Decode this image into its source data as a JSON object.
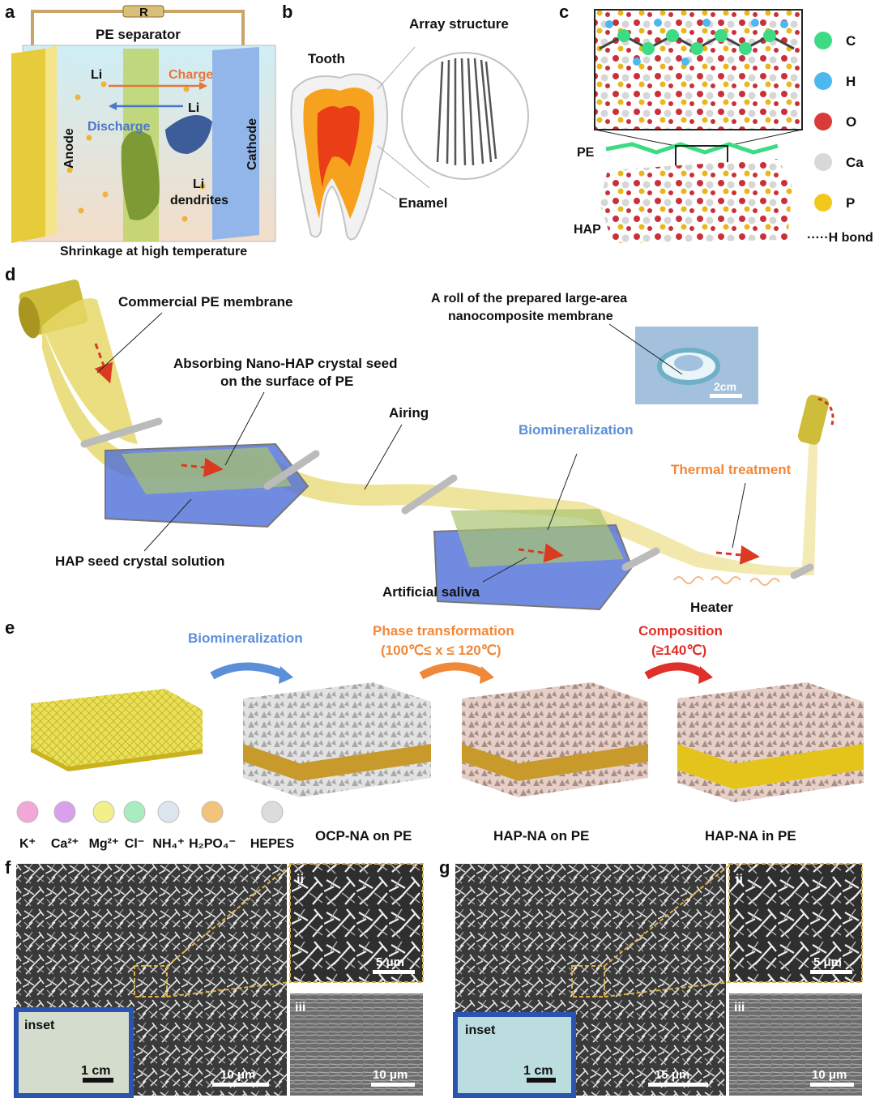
{
  "panel_letters": {
    "a": "a",
    "b": "b",
    "c": "c",
    "d": "d",
    "e": "e",
    "f": "f",
    "g": "g"
  },
  "panel_a": {
    "resistor": "R",
    "separator": "PE separator",
    "li_left": "Li",
    "charge": "Charge",
    "li_right": "Li",
    "discharge": "Discharge",
    "anode": "Anode",
    "cathode": "Cathode",
    "dendrites_1": "Li",
    "dendrites_2": "dendrites",
    "caption": "Shrinkage at high temperature",
    "colors": {
      "charge": "#e8763a",
      "discharge": "#4a78c8",
      "anode": "#e8d44a",
      "cathode": "#8fb4e8"
    }
  },
  "panel_b": {
    "tooth": "Tooth",
    "array": "Array structure",
    "enamel": "Enamel"
  },
  "panel_c": {
    "pe": "PE",
    "hap": "HAP",
    "legend": [
      {
        "label": "C",
        "color": "#3ddc84"
      },
      {
        "label": "H",
        "color": "#4cb8ee"
      },
      {
        "label": "O",
        "color": "#d93a3a"
      },
      {
        "label": "Ca",
        "color": "#d8d8d8"
      },
      {
        "label": "P",
        "color": "#f2c81c"
      }
    ],
    "hbond": "H bond"
  },
  "panel_d": {
    "commercial": "Commercial  PE membrane",
    "absorb_1": "Absorbing Nano-HAP crystal seed",
    "absorb_2": "on the surface of PE",
    "roll_1": "A roll of the prepared large-area",
    "roll_2": "nanocomposite membrane",
    "scale": "2cm",
    "airing": "Airing",
    "biomineralization": "Biomineralization",
    "thermal": "Thermal treatment",
    "hap_seed": "HAP seed crystal solution",
    "saliva": "Artificial saliva",
    "heater": "Heater",
    "colors": {
      "biomineralization": "#5b8fd8",
      "thermal": "#f0883a"
    }
  },
  "panel_e": {
    "step1": "Biomineralization",
    "step2_1": "Phase transformation",
    "step2_2": "(100℃≤ x ≤ 120℃)",
    "step3_1": "Composition",
    "step3_2": "(≥140℃)",
    "ions": [
      "K⁺",
      "Ca²⁺",
      "Mg²⁺",
      "Cl⁻",
      "NH₄⁺",
      "H₂PO₄⁻",
      "HEPES"
    ],
    "ion_colors": [
      "#f3a7d8",
      "#d9a0ec",
      "#f3f08a",
      "#a8ecc0",
      "#dde6ef",
      "#f2c37a",
      "#dcdcdc"
    ],
    "label1": "OCP-NA on PE",
    "label2": "HAP-NA on PE",
    "label3": "HAP-NA in PE",
    "colors": {
      "step1": "#5b8fd8",
      "step2": "#f0883a",
      "step3": "#e0302a"
    }
  },
  "panel_f": {
    "main_scale": "10 μm",
    "ii": "ii",
    "ii_scale": "5 μm",
    "iii": "iii",
    "iii_scale": "10 μm",
    "inset": "inset",
    "inset_scale": "1 cm"
  },
  "panel_g": {
    "main_scale": "15 μm",
    "ii": "ii",
    "ii_scale": "5 μm",
    "iii": "iii",
    "iii_scale": "10 μm",
    "inset": "inset",
    "inset_scale": "1 cm"
  }
}
